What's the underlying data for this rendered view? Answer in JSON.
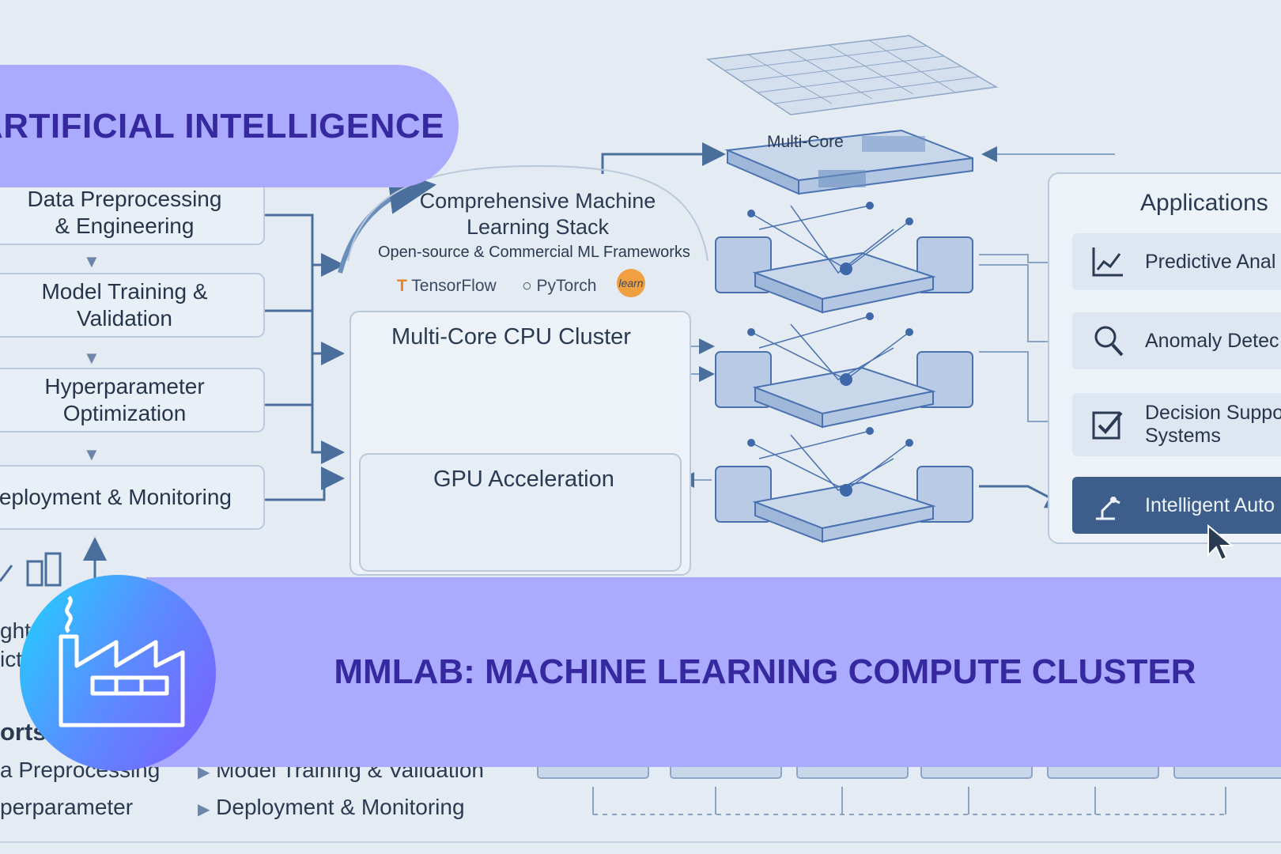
{
  "banner_top": {
    "title": "ARTIFICIAL INTELLIGENCE"
  },
  "banner_bottom": {
    "title": "MMLAB: MACHINE LEARNING COMPUTE CLUSTER"
  },
  "logo": {
    "icon": "factory-icon"
  },
  "diagram": {
    "pipeline_steps": [
      "Data Preprocessing & Engineering",
      "Model Training & Validation",
      "Hyperparameter Optimization",
      "Deployment & Monitoring"
    ],
    "stack": {
      "title": "Comprehensive Machine Learning Stack",
      "subtitle": "Open-source & Commercial ML Frameworks",
      "frameworks": [
        "TensorFlow",
        "PyTorch",
        "learn"
      ]
    },
    "cpu_cluster": {
      "title": "Multi-Core CPU Cluster"
    },
    "gpu": {
      "title": "GPU Acceleration"
    },
    "multicore_label": "Multi-Core",
    "applications": {
      "title": "Applications",
      "items": [
        {
          "label": "Predictive Anal",
          "icon": "line-chart-icon"
        },
        {
          "label": "Anomaly Detec",
          "icon": "magnifier-icon"
        },
        {
          "label": "Decision Suppo\nSystems",
          "icon": "checkbox-icon"
        },
        {
          "label": "Intelligent Auto",
          "icon": "robot-arm-icon"
        }
      ]
    },
    "left_partial": [
      "ght",
      "ict",
      "orts"
    ],
    "bullets": [
      "a Preprocessing",
      "Model Training & Validation",
      "perparameter",
      "Deployment & Monitoring"
    ]
  },
  "colors": {
    "banner": "#aaaaff",
    "banner_text": "#3629a0",
    "diagram_bg": "#e4ebf3",
    "diagram_blue": "#4a72b0"
  }
}
